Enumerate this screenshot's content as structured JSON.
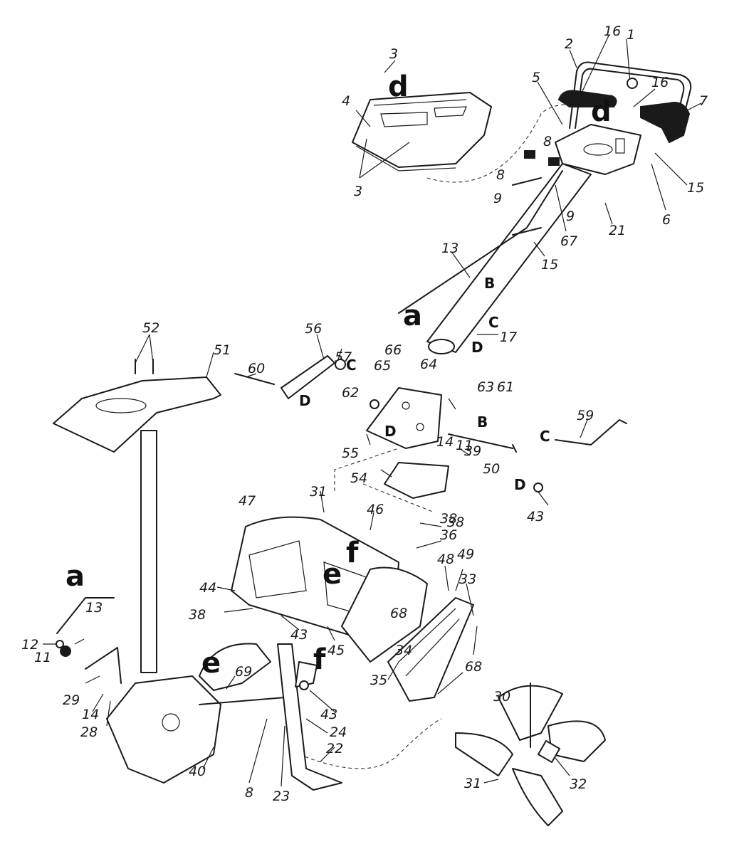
{
  "callouts": {
    "c1": "1",
    "c2": "2",
    "c3a": "3",
    "c3b": "3",
    "c4": "4",
    "c5": "5",
    "c6": "6",
    "c7": "7",
    "c8a": "8",
    "c8b": "8",
    "c8c": "8",
    "c9a": "9",
    "c9b": "9",
    "c11a": "11",
    "c11b": "11",
    "c12": "12",
    "c13a": "13",
    "c13b": "13",
    "c14a": "14",
    "c14b": "14",
    "c15a": "15",
    "c15b": "15",
    "c16a": "16",
    "c16b": "16",
    "c17": "17",
    "c21": "21",
    "c22": "22",
    "c23": "23",
    "c24": "24",
    "c28": "28",
    "c29": "29",
    "c30": "30",
    "c31a": "31",
    "c31b": "31",
    "c32": "32",
    "c33": "33",
    "c34": "34",
    "c35": "35",
    "c36": "36",
    "c38a": "38",
    "c38b": "38",
    "c38c": "38",
    "c39": "39",
    "c40": "40",
    "c43a": "43",
    "c43b": "43",
    "c43c": "43",
    "c44": "44",
    "c45": "45",
    "c46": "46",
    "c47": "47",
    "c48": "48",
    "c49": "49",
    "c50": "50",
    "c51": "51",
    "c52": "52",
    "c54": "54",
    "c55": "55",
    "c56": "56",
    "c57": "57",
    "c59": "59",
    "c60": "60",
    "c61": "61",
    "c62": "62",
    "c63": "63",
    "c64": "64",
    "c65": "65",
    "c66": "66",
    "c67": "67",
    "c68a": "68",
    "c68b": "68",
    "c69": "69"
  },
  "assembly_tags": {
    "a1": "a",
    "a2": "a",
    "d1": "d",
    "d2": "d",
    "e1": "e",
    "e2": "e",
    "f1": "f",
    "f2": "f",
    "B1": "B",
    "B2": "B",
    "C1": "C",
    "C2": "C",
    "C3": "C",
    "D1": "D",
    "D2": "D",
    "D3": "D",
    "D4": "D"
  },
  "colors": {
    "ink": "#1a1a1a",
    "paper": "#ffffff"
  }
}
